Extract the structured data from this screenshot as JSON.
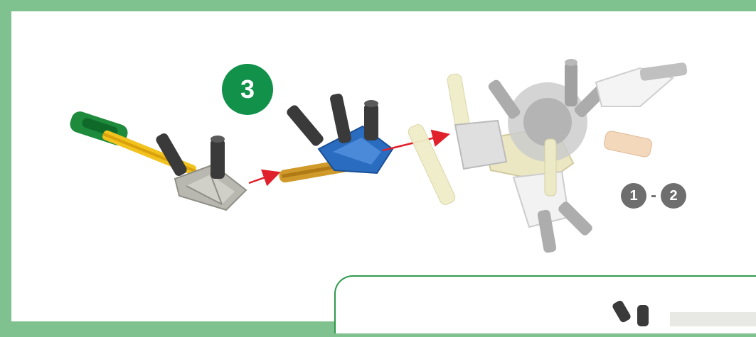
{
  "step": {
    "number": "3"
  },
  "range": {
    "from": "1",
    "separator": "-",
    "to": "2"
  },
  "colors": {
    "frame_green": "#7fc28f",
    "badge_green": "#12914a",
    "arrow_red": "#e0202a",
    "connector_blue": "#2a6cc0",
    "rod_yellow": "#f2c21e",
    "clip_green": "#1d8a3c"
  },
  "parts": {
    "left": [
      "green-clip-icon",
      "yellow-rod-icon",
      "gray-connector-icon",
      "black-rod-icon"
    ],
    "middle": [
      "tan-rod-icon",
      "blue-connector-icon",
      "black-rod-icon"
    ],
    "right": [
      "assembled-hub-icon"
    ]
  }
}
